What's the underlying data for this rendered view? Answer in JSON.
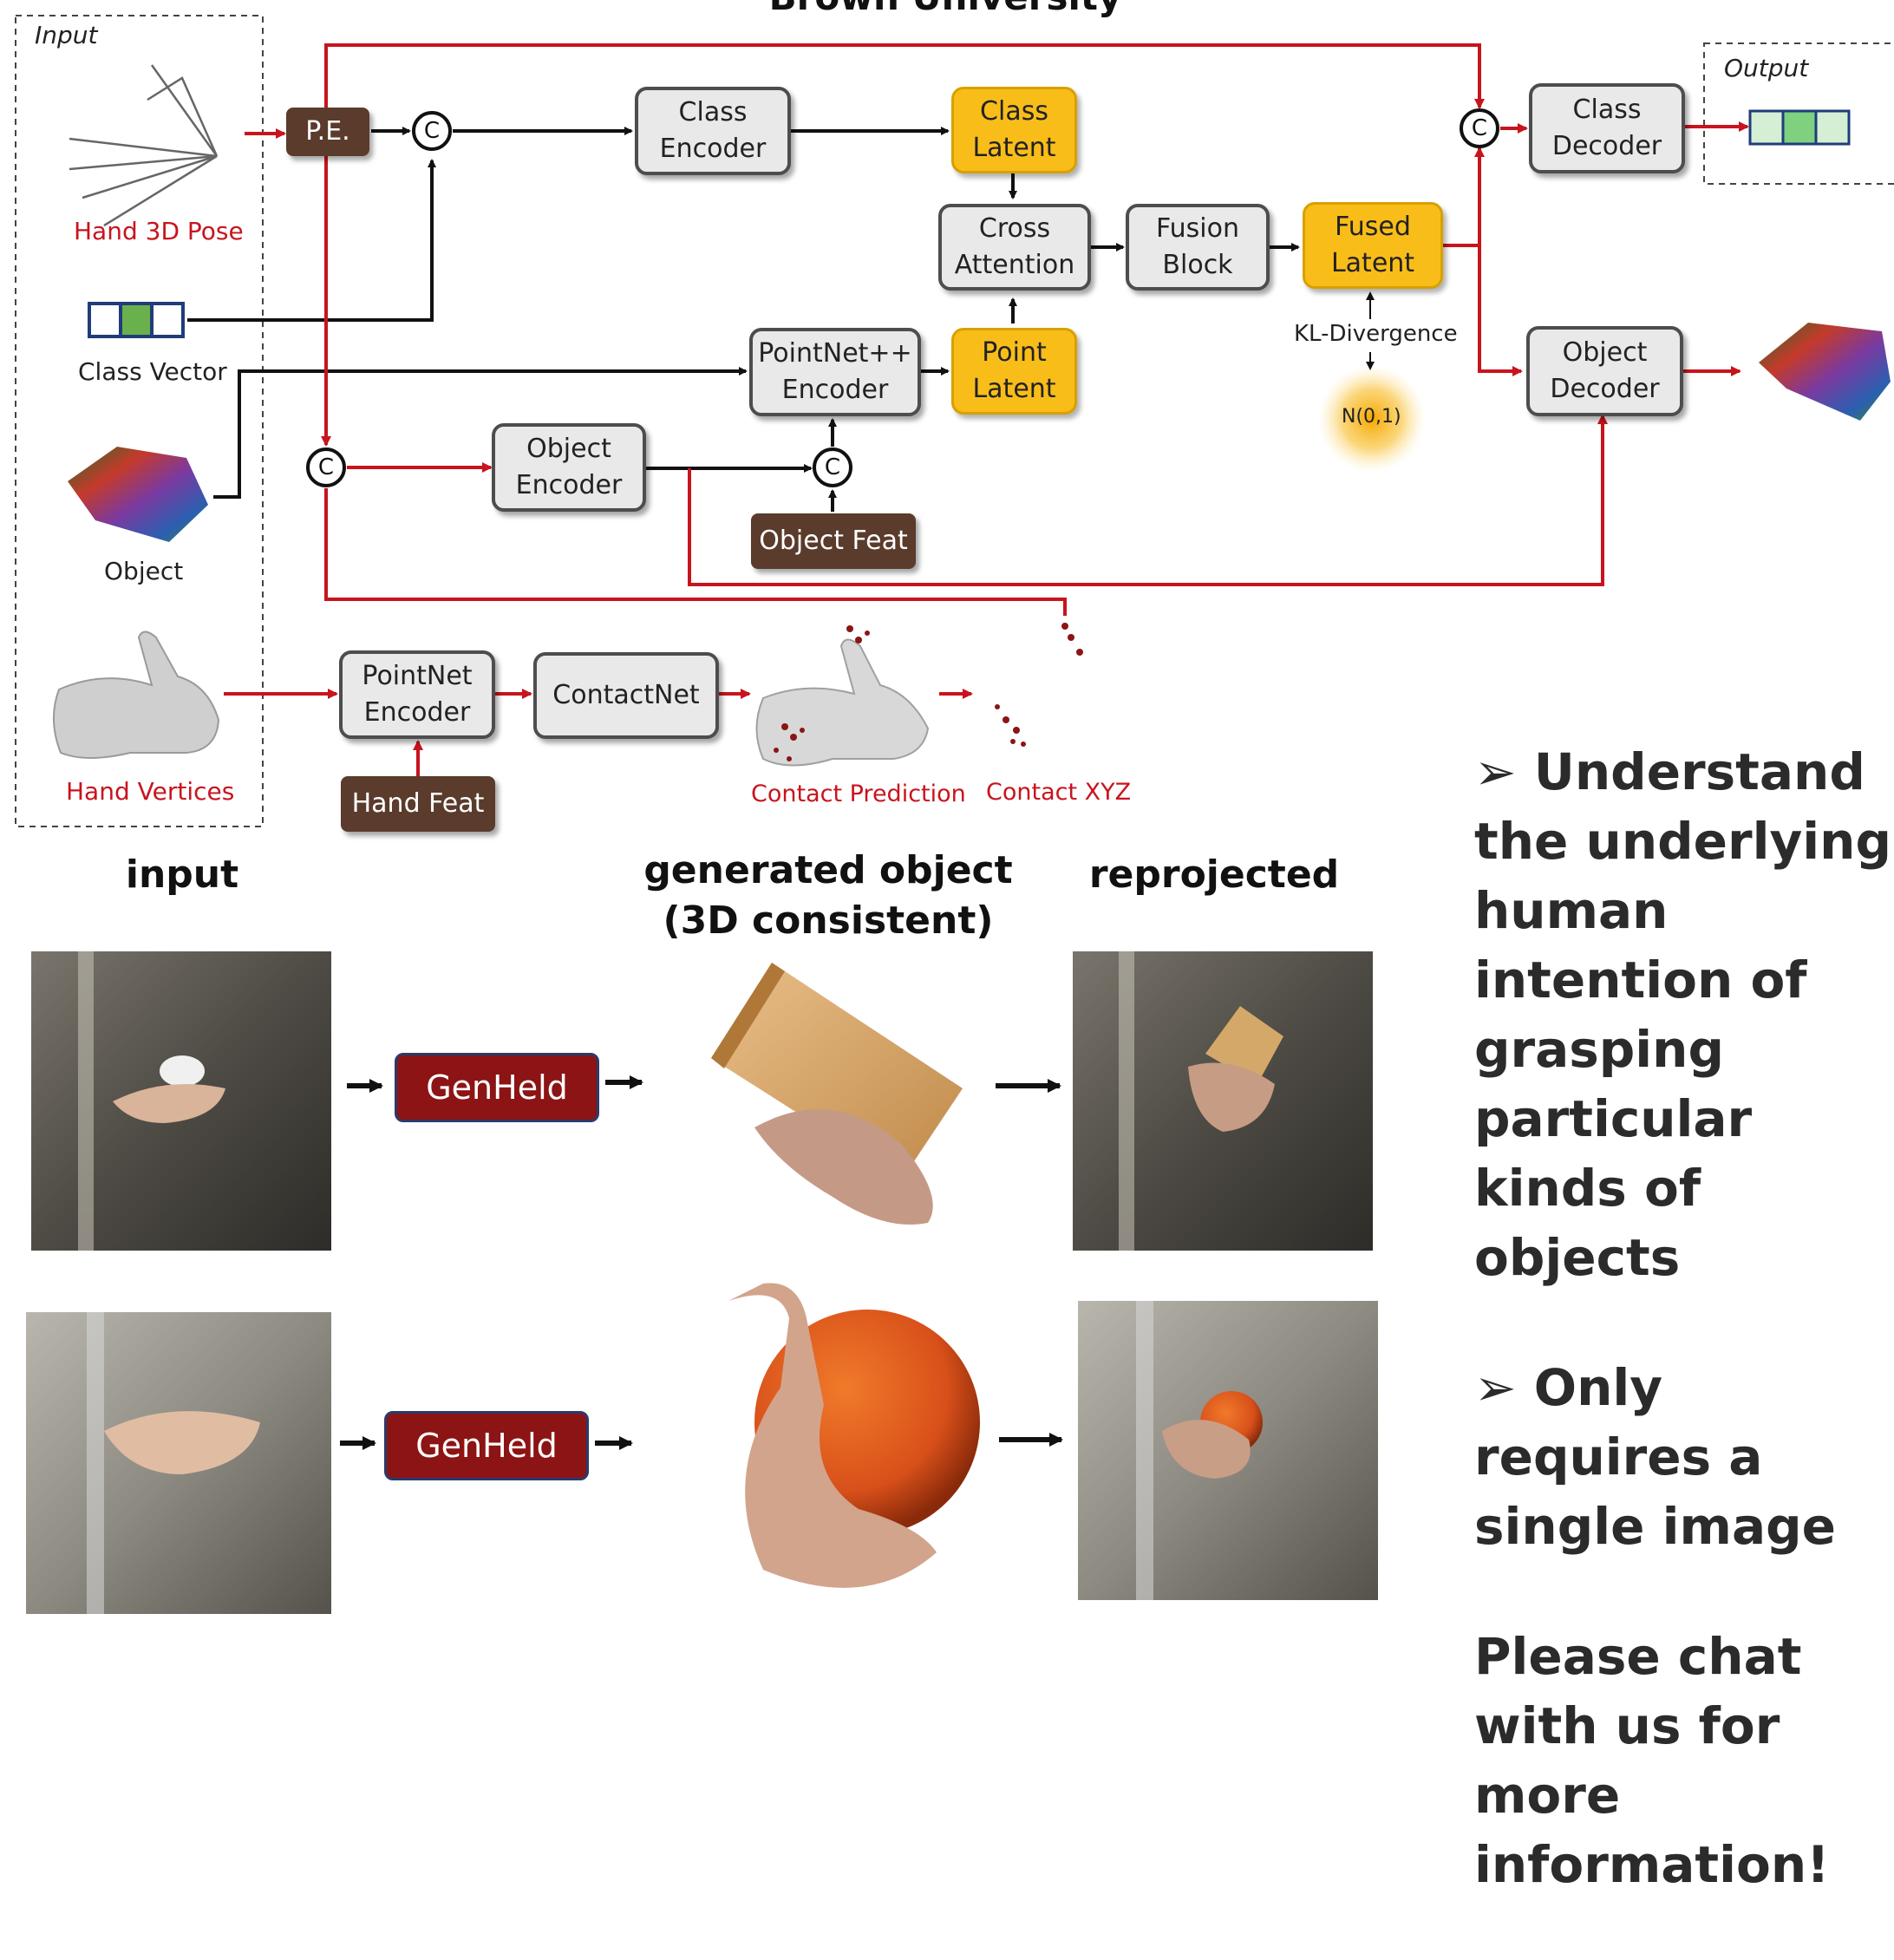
{
  "header_partial": "Brown University",
  "frames": {
    "input": "Input",
    "output": "Output"
  },
  "inputs": {
    "hand_pose": "Hand 3D Pose",
    "class_vector": "Class Vector",
    "object": "Object",
    "hand_vertices": "Hand Vertices"
  },
  "blocks": {
    "pe": "P.E.",
    "class_encoder": "Class\nEncoder",
    "class_latent": "Class\nLatent",
    "cross_attention": "Cross\nAttention",
    "fusion_block": "Fusion\nBlock",
    "fused_latent": "Fused\nLatent",
    "pointnetpp_encoder": "PointNet++\nEncoder",
    "point_latent": "Point\nLatent",
    "object_encoder": "Object\nEncoder",
    "object_feat": "Object Feat",
    "class_decoder": "Class\nDecoder",
    "object_decoder": "Object\nDecoder",
    "pointnet_encoder": "PointNet\nEncoder",
    "contactnet": "ContactNet",
    "hand_feat": "Hand Feat"
  },
  "concat_symbol": "C",
  "kl_divergence": "KL-Divergence",
  "normal_dist": "N(0,1)",
  "contact_prediction": "Contact Prediction",
  "contact_xyz": "Contact XYZ",
  "columns": {
    "input": "input",
    "generated": "generated object\n(3D consistent)",
    "reprojected": "reprojected"
  },
  "genheld_label": "GenHeld",
  "bullets": [
    "➢   Understand the underlying human intention of grasping particular kinds of objects",
    "➢ Only requires a single image",
    "Please chat with us for more information!"
  ],
  "colors": {
    "accent_red": "#c8141e",
    "latent_yellow": "#f9bd1a",
    "feat_brown": "#5a3b2c",
    "genheld_red": "#8c1414"
  }
}
